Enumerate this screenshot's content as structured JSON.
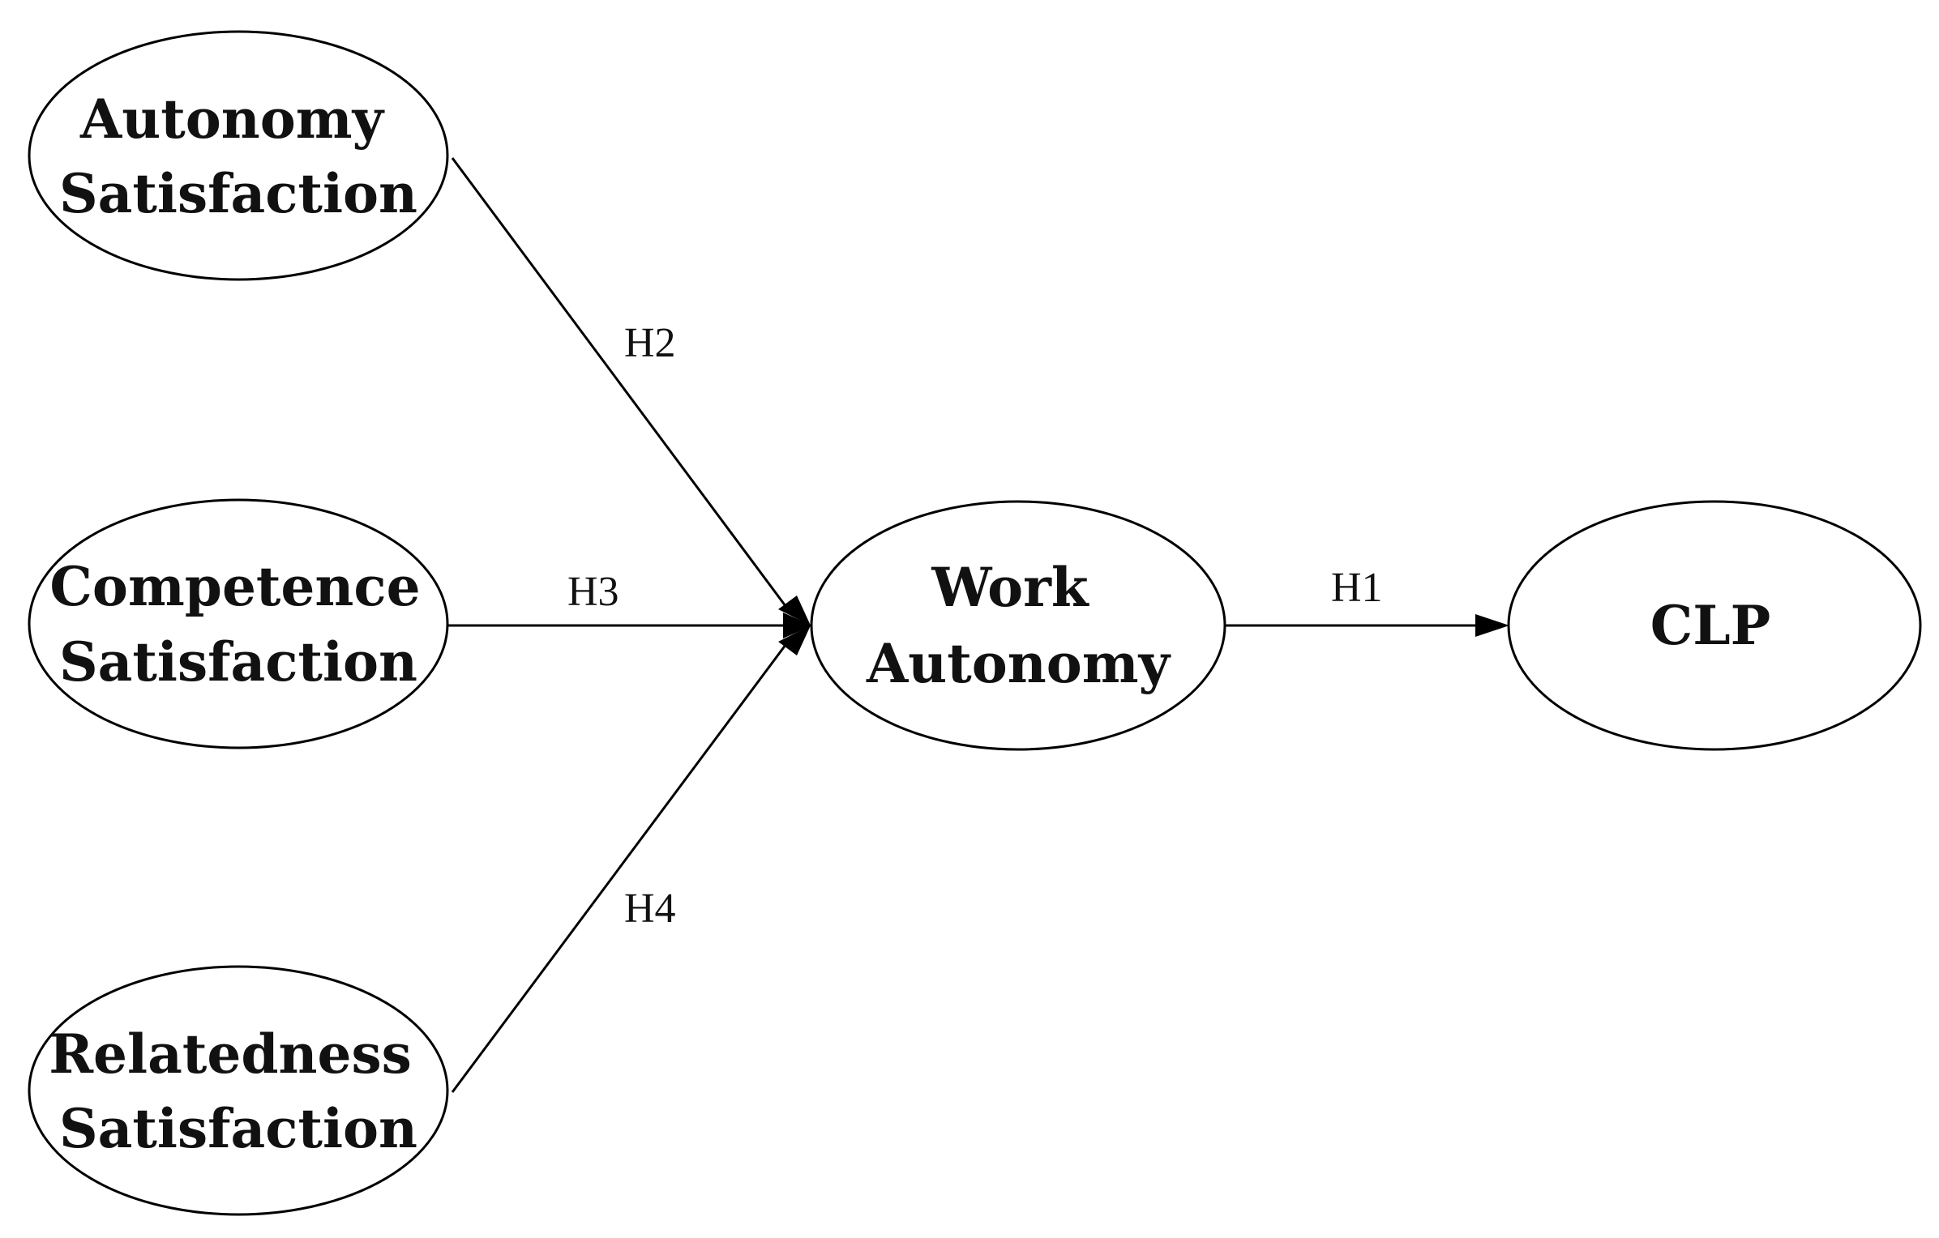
{
  "diagram": {
    "nodes": {
      "autonomy": {
        "line1": "Autonomy",
        "line2": "Satisfaction"
      },
      "competence": {
        "line1": "Competence",
        "line2": "Satisfaction"
      },
      "relatedness": {
        "line1": "Relatedness",
        "line2": "Satisfaction"
      },
      "work": {
        "line1": "Work",
        "line2": "Autonomy"
      },
      "clp": {
        "line1": "CLP"
      }
    },
    "edges": {
      "h2": {
        "label": "H2",
        "from": "Autonomy Satisfaction",
        "to": "Work Autonomy"
      },
      "h3": {
        "label": "H3",
        "from": "Competence Satisfaction",
        "to": "Work Autonomy"
      },
      "h4": {
        "label": "H4",
        "from": "Relatedness Satisfaction",
        "to": "Work Autonomy"
      },
      "h1": {
        "label": "H1",
        "from": "Work Autonomy",
        "to": "CLP"
      }
    }
  }
}
